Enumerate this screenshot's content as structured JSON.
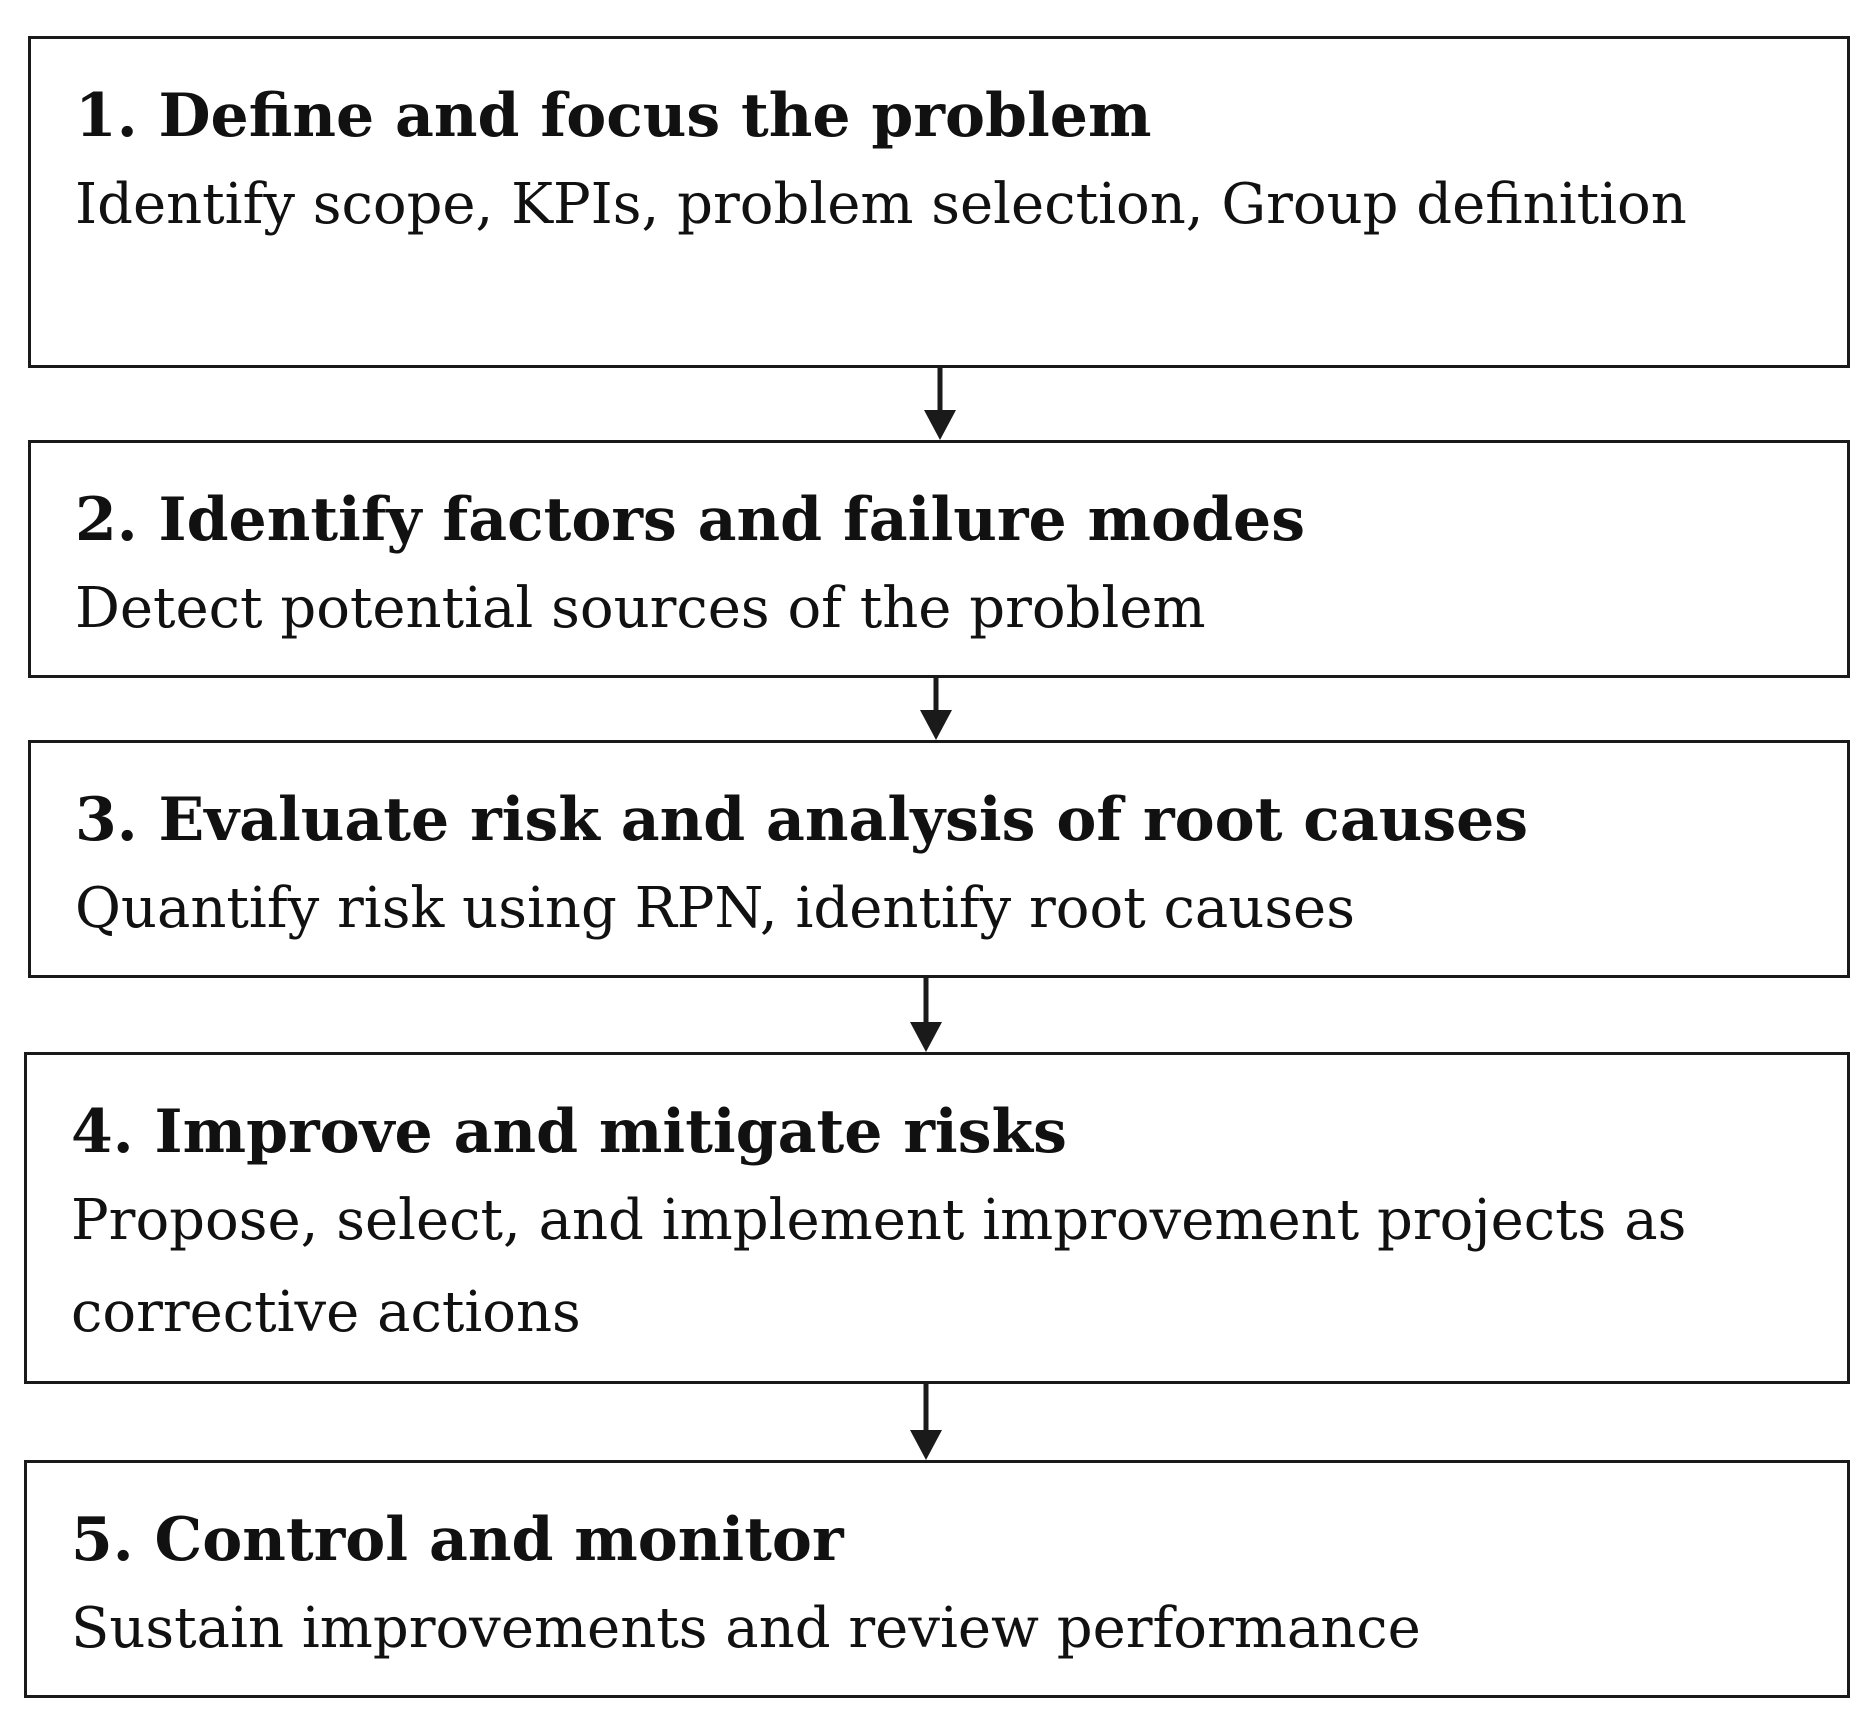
{
  "steps": [
    {
      "title": "1. Define and focus the problem",
      "description": "Identify scope, KPIs, problem selection, Group definition"
    },
    {
      "title": "2. Identify factors and failure modes",
      "description": "Detect potential sources of the problem"
    },
    {
      "title": "3. Evaluate risk and analysis of root causes",
      "description": "Quantify risk using RPN, identify root causes"
    },
    {
      "title": "4. Improve and mitigate risks",
      "description": "Propose, select, and implement improvement projects as corrective actions"
    },
    {
      "title": "5. Control and monitor",
      "description": "Sustain improvements and review performance"
    }
  ],
  "colors": {
    "border": "#1a1a1a",
    "arrow": "#1a1a1a",
    "text": "#111111",
    "background": "#ffffff"
  },
  "icons": {
    "connector": "arrow-down-icon"
  }
}
